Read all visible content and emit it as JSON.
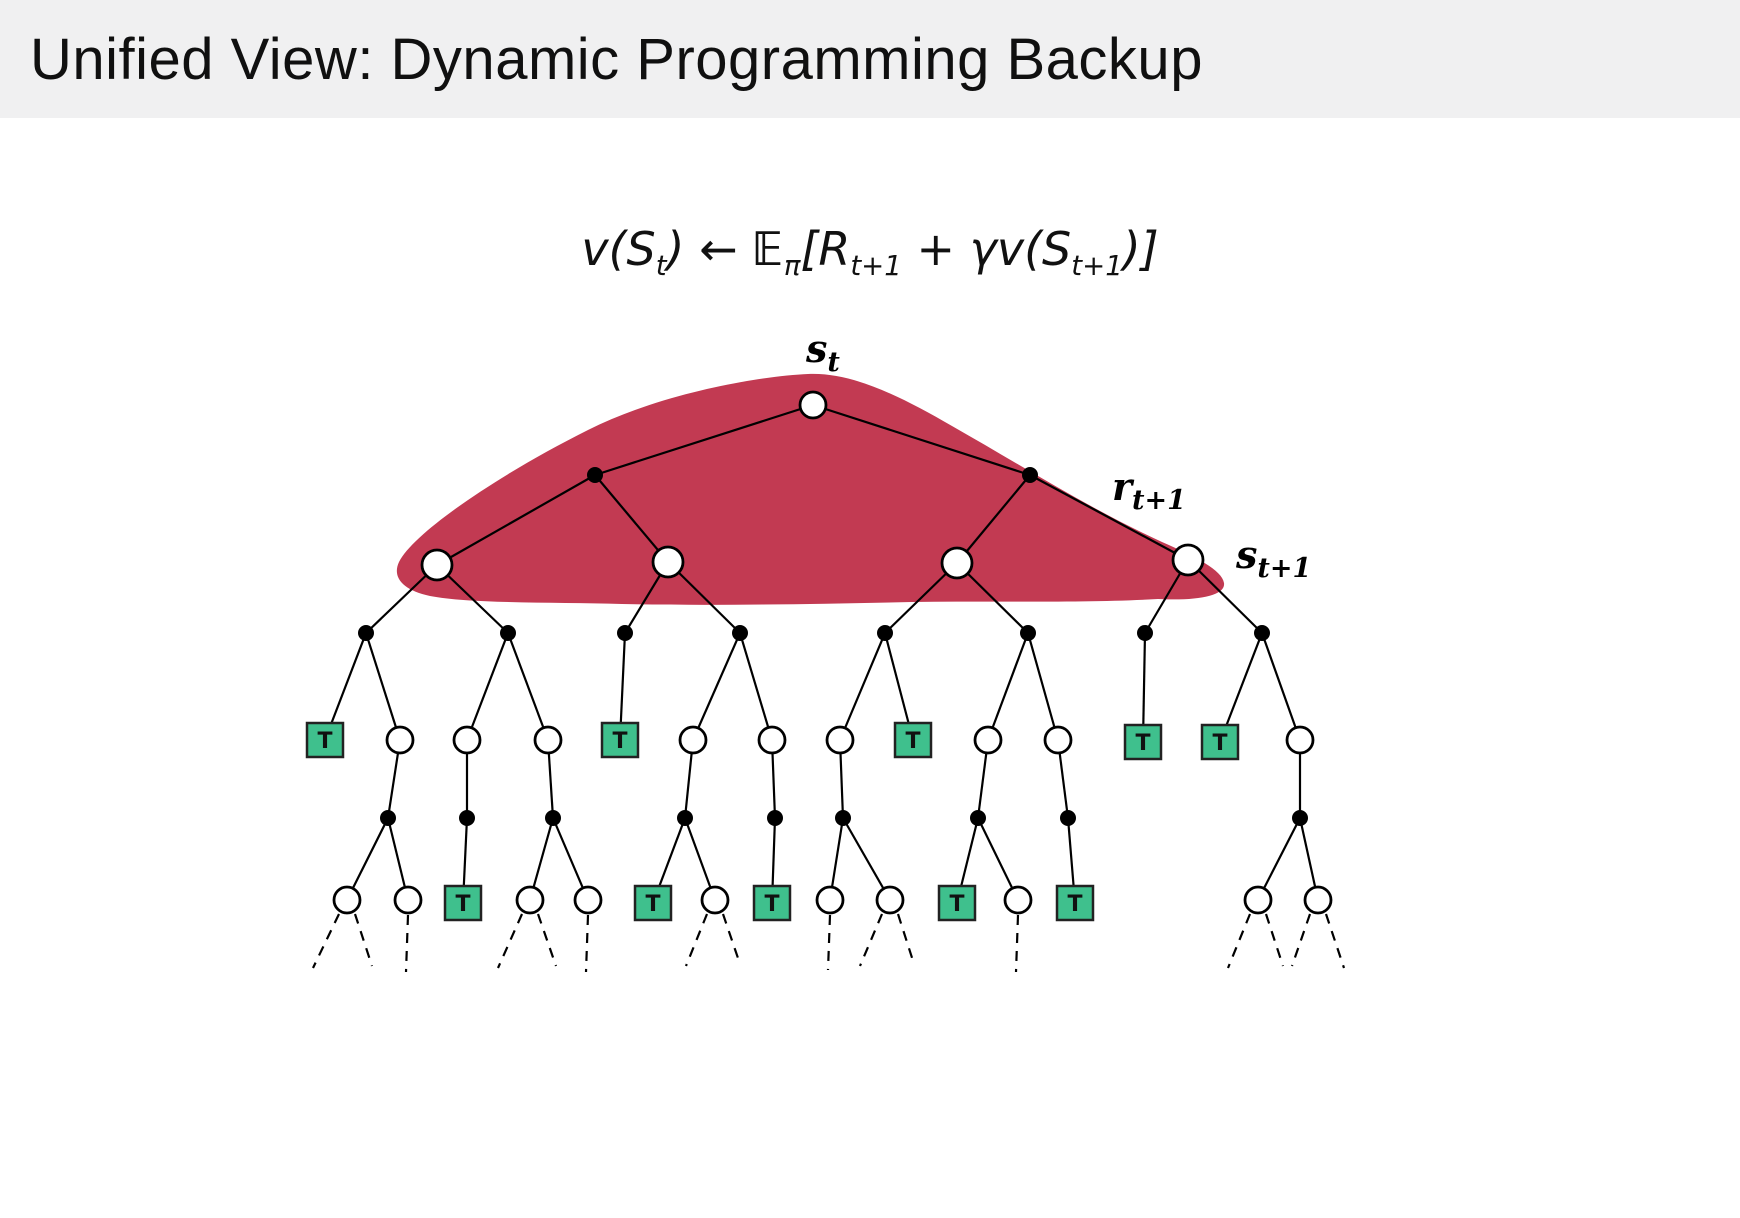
{
  "header": {
    "title": "Unified View: Dynamic Programming Backup"
  },
  "formula": {
    "lhs": "v(S",
    "lhs_sub": "t",
    "assign": ") ← ",
    "expect": "𝔼",
    "expect_sub": "π",
    "open_r": "[R",
    "reward_sub": "t+1",
    "mid": " + γv(S",
    "next_sub": "t+1",
    "close": ")]"
  },
  "diagram": {
    "root_label": "s",
    "root_sub": "t",
    "reward_label": "r",
    "reward_sub": "t+1",
    "next_state_label": "s",
    "next_state_sub": "t+1",
    "terminal_label": "T",
    "colors": {
      "backup_region": "#c23a52",
      "terminal_fill": "#3fc08d",
      "terminal_border": "#222222",
      "terminal_text": "#111111",
      "node_fill": "#ffffff",
      "line": "#000000"
    }
  }
}
